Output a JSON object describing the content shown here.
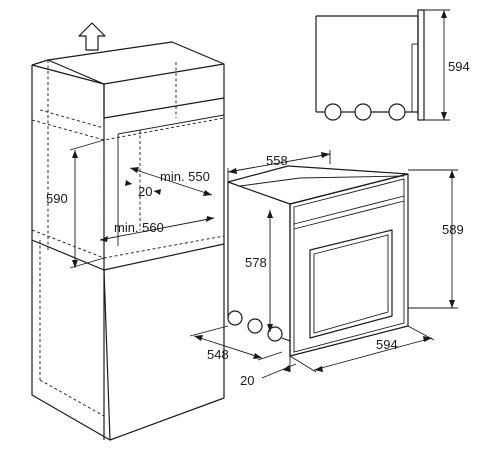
{
  "labels": {
    "top_height": "594",
    "oven_depth": "558",
    "oven_height_outer": "589",
    "oven_height_inner": "578",
    "oven_width": "594",
    "oven_side_depth": "548",
    "front_panel": "20",
    "niche_height": "590",
    "niche_min_depth": "min. 550",
    "niche_min_width": "min. 560",
    "niche_gap": "20"
  },
  "icons": {
    "up_arrow": "up-arrow-icon"
  }
}
